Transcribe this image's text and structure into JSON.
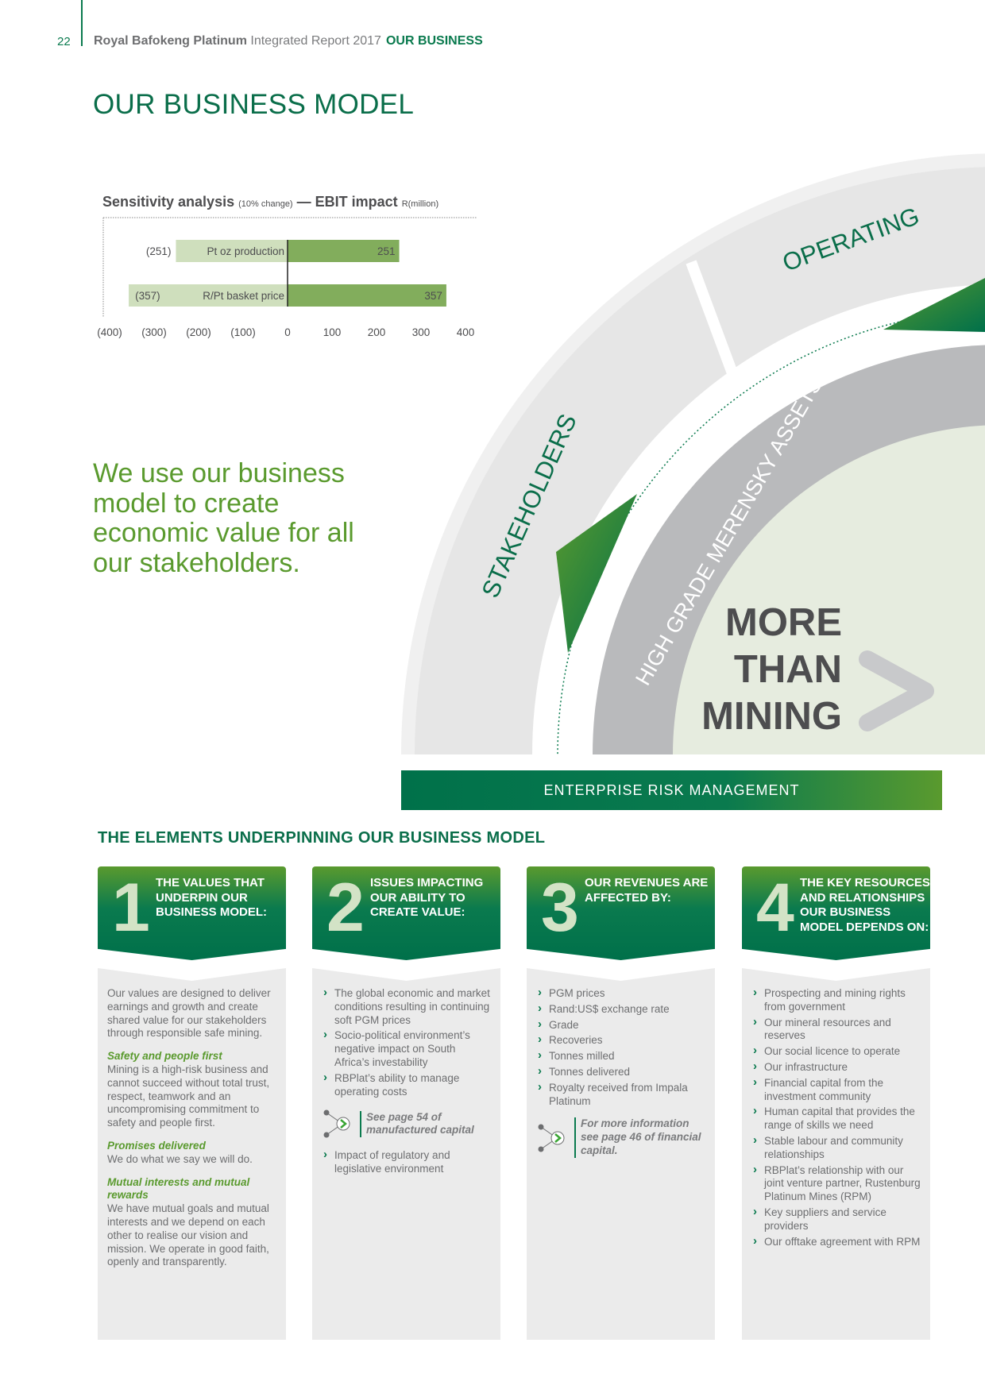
{
  "header": {
    "page_number": "22",
    "company": "Royal Bafokeng Platinum",
    "report": "Integrated Report 2017",
    "section": "OUR BUSINESS"
  },
  "page_title": "OUR BUSINESS MODEL",
  "chart_data": {
    "type": "bar",
    "title": "Sensitivity analysis",
    "title_note": "(10% change)",
    "dash": "—",
    "subtitle": "EBIT impact",
    "unit": "R(million)",
    "orientation": "horizontal-diverging",
    "categories": [
      "Pt oz production",
      "R/Pt basket price"
    ],
    "series": [
      {
        "values": [
          -251,
          -357
        ],
        "labels": [
          "(251)",
          "(357)"
        ],
        "color": "#cfdfbd"
      },
      {
        "values": [
          251,
          357
        ],
        "labels": [
          "251",
          "357"
        ],
        "color": "#82ad5c"
      }
    ],
    "xlim": [
      -400,
      400
    ],
    "xticks": [
      -400,
      -300,
      -200,
      -100,
      0,
      100,
      200,
      300,
      400
    ],
    "xtick_labels": [
      "(400)",
      "(300)",
      "(200)",
      "(100)",
      "0",
      "100",
      "200",
      "300",
      "400"
    ]
  },
  "tagline": "We use our business model to create economic value for all our stakeholders.",
  "diagram": {
    "outer_label_1": "STAKEHOLDERS",
    "outer_label_2": "OPERATING",
    "inner_label": "HIGH GRADE MERENSKY ASSETS",
    "center_lines": [
      "MORE",
      "THAN",
      "MINING"
    ],
    "erm": "ENTERPRISE RISK MANAGEMENT"
  },
  "elements_title": "THE ELEMENTS UNDERPINNING OUR BUSINESS MODEL",
  "columns": [
    {
      "number": "1",
      "title": "The values that underpin our business model:",
      "intro": "Our values are designed to deliver earnings and growth and create shared value for our stakeholders through responsible safe mining.",
      "values": [
        {
          "heading": "Safety and people first",
          "text": "Mining is a high-risk business and cannot succeed without total trust, respect, teamwork and an uncompromising commitment to safety and people first."
        },
        {
          "heading": "Promises delivered",
          "text": "We do what we say we will do."
        },
        {
          "heading": "Mutual interests and mutual rewards",
          "text": "We have mutual goals and mutual interests and we depend on each other to realise our vision and mission. We operate in good faith, openly and transparently."
        }
      ]
    },
    {
      "number": "2",
      "title": "Issues impacting our ability to create value:",
      "items": [
        "The global economic and market conditions resulting in continuing soft PGM prices",
        "Socio-political environment’s negative impact on South Africa’s investability",
        "RBPlat’s ability to manage operating costs"
      ],
      "reference": "See page 54 of manufactured capital",
      "items_after": [
        "Impact of regulatory and legislative environment"
      ]
    },
    {
      "number": "3",
      "title": "Our revenues are affected by:",
      "items": [
        "PGM prices",
        "Rand:US$ exchange rate",
        "Grade",
        "Recoveries",
        "Tonnes milled",
        "Tonnes delivered",
        "Royalty received from Impala Platinum"
      ],
      "reference": "For more information see page 46 of financial capital."
    },
    {
      "number": "4",
      "title": "The key resources and relationships our business model depends on:",
      "items": [
        "Prospecting and mining rights from government",
        "Our mineral resources and reserves",
        "Our social licence to operate",
        "Our infrastructure",
        "Financial capital from the investment community",
        "Human capital that provides the range of skills we need",
        "Stable labour and community relationships",
        "RBPlat’s relationship with our joint venture partner, Rustenburg Platinum Mines (RPM)",
        "Key suppliers and service providers",
        "Our offtake agreement with RPM"
      ]
    }
  ],
  "colors": {
    "dark_green": "#0a6e4a",
    "light_green": "#5a9a2e",
    "pale_green": "#cfdfbd",
    "mid_green": "#82ad5c",
    "gray_panel": "#ebebeb"
  }
}
